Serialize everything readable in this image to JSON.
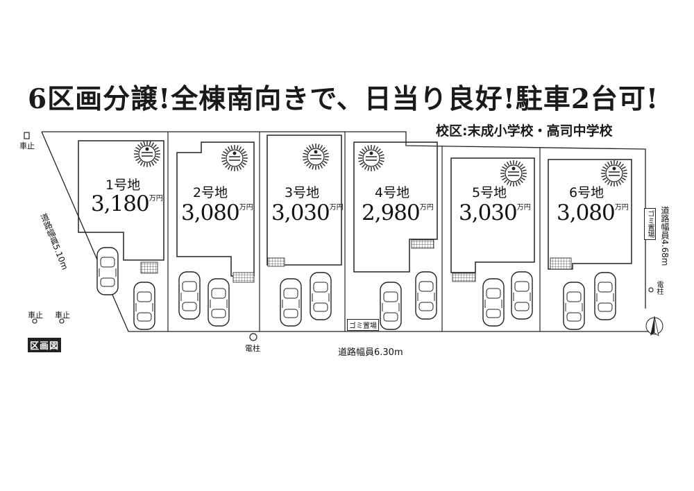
{
  "headline": "6区画分譲!全棟南向きで、日当り良好!駐車2台可!",
  "school": "校区:末成小学校・高司中学校",
  "lots": [
    {
      "label": "1号地",
      "price": "3,180",
      "unit": "万円"
    },
    {
      "label": "2号地",
      "price": "3,080",
      "unit": "万円"
    },
    {
      "label": "3号地",
      "price": "3,030",
      "unit": "万円"
    },
    {
      "label": "4号地",
      "price": "2,980",
      "unit": "万円"
    },
    {
      "label": "5号地",
      "price": "3,030",
      "unit": "万円"
    },
    {
      "label": "6号地",
      "price": "3,080",
      "unit": "万円"
    }
  ],
  "roads": {
    "left": "道路幅員5.10m",
    "bottom": "道路幅員6.30m",
    "right": "道路幅員4.68m"
  },
  "labels": {
    "car_stop": "車止",
    "utility_pole": "電柱",
    "garbage": "ゴミ置場",
    "legend": "区画図"
  },
  "colors": {
    "line": "#222222",
    "background": "#ffffff"
  }
}
